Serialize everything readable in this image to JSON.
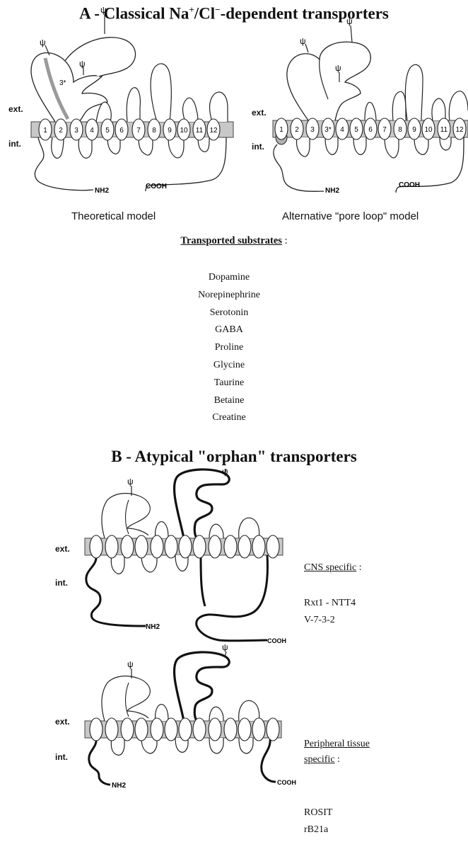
{
  "section_a": {
    "title_prefix": "A - Classical Na",
    "title_sup1": "+",
    "title_mid": "/Cl",
    "title_sup2": "−",
    "title_suffix": "-dependent transporters",
    "left_model": {
      "ext_label": "ext.",
      "int_label": "int.",
      "n_term": "NH2",
      "c_term": "COOH",
      "loop_label": "3*",
      "glyco": "ψ",
      "segments": [
        "1",
        "2",
        "3",
        "4",
        "5",
        "6",
        "7",
        "8",
        "9",
        "10",
        "11",
        "12"
      ],
      "caption": "Theoretical model"
    },
    "right_model": {
      "ext_label": "ext.",
      "int_label": "int.",
      "n_term": "NH2",
      "c_term": "COOH",
      "glyco": "ψ",
      "segments": [
        "1",
        "2",
        "3",
        "3*",
        "4",
        "5",
        "6",
        "7",
        "8",
        "9",
        "10",
        "11",
        "12"
      ],
      "caption": "Alternative \"pore loop\" model"
    },
    "substrates_heading": "Transported substrates",
    "substrates_colon": " :",
    "substrates": [
      "Dopamine",
      "Norepinephrine",
      "Serotonin",
      "GABA",
      "Proline",
      "Glycine",
      "Taurine",
      "Betaine",
      "Creatine"
    ]
  },
  "section_b": {
    "title": "B - Atypical \"orphan\" transporters",
    "cns": {
      "ext_label": "ext.",
      "int_label": "int.",
      "n_term": "NH2",
      "c_term": "COOH",
      "glyco": "ψ",
      "heading": "CNS specific",
      "heading_colon": " :",
      "items": [
        "Rxt1 - NTT4",
        "V-7-3-2"
      ]
    },
    "peripheral": {
      "ext_label": "ext.",
      "int_label": "int.",
      "n_term": "NH2",
      "c_term": "COOH",
      "glyco": "ψ",
      "heading_line1": "Peripheral tissue",
      "heading_line2": "specific",
      "heading_colon": " :",
      "items": [
        "ROSIT",
        "rB21a"
      ]
    }
  }
}
